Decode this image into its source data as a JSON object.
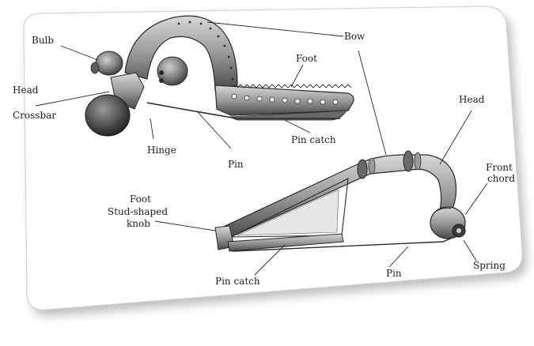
{
  "labels": {
    "bulb": "Bulb",
    "head_top": "Head",
    "crossbar": "Crossbar",
    "hinge": "Hinge",
    "pin_top": "Pin",
    "bow": "Bow",
    "foot_top": "Foot",
    "pin_catch_top": "Pin catch",
    "head_right": "Head",
    "front_chord_1": "Front",
    "front_chord_2": "chord",
    "foot_left": "Foot",
    "stud_knob_1": "Stud-shaped",
    "stud_knob_2": "knob",
    "pin_catch_bottom": "Pin catch",
    "pin_bottom": "Pin",
    "spring": "Spring"
  },
  "colors": {
    "card_fill": "#ffffff",
    "card_border": "#d4d4d4",
    "shadow": "#8a8a8a",
    "ink": "#1e1e1e",
    "metal_light": "#c9c9c9",
    "metal_mid": "#8f8f8f",
    "metal_dark": "#3a3a3a"
  }
}
